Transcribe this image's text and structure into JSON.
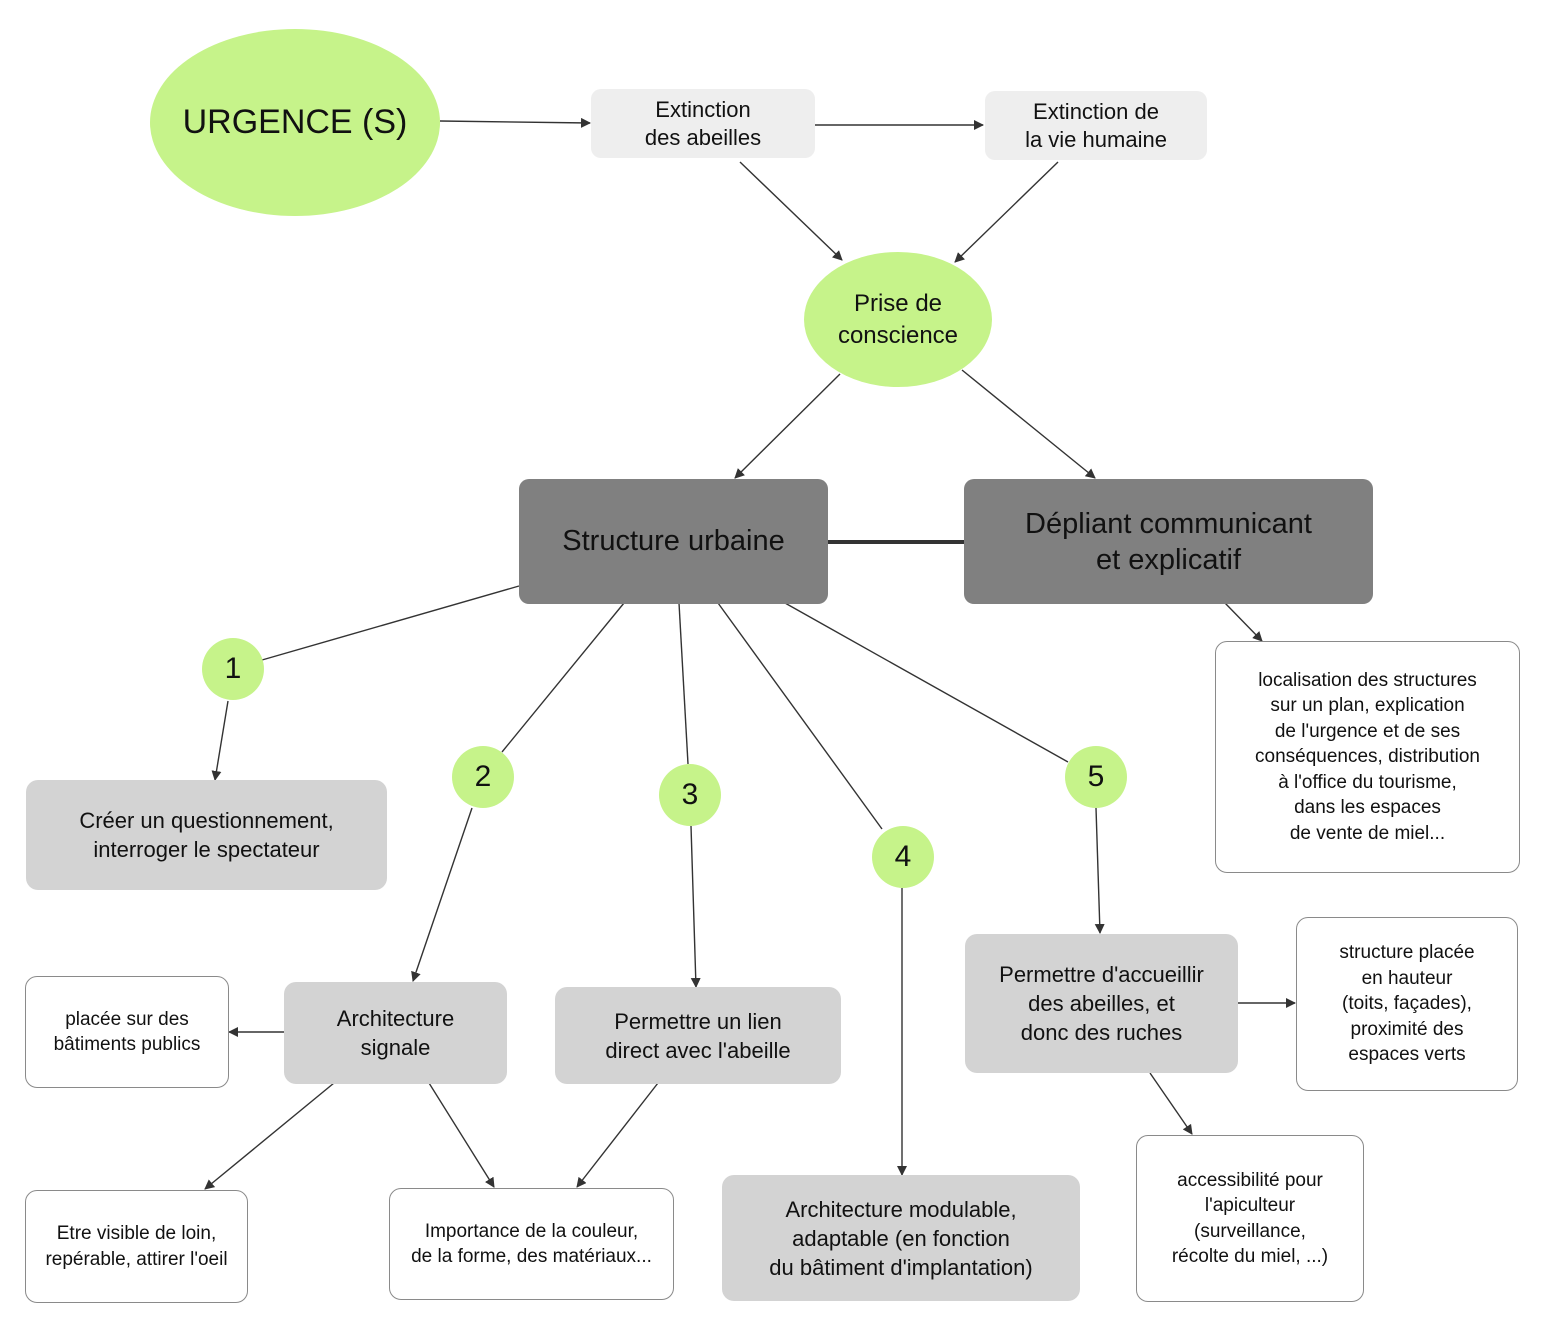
{
  "colors": {
    "accent_green": "#c6f38a",
    "dark_box": "#808080",
    "mid_box": "#d3d3d3",
    "light_box": "#eeeeee",
    "edge": "#333333"
  },
  "nodes": {
    "urgence": "URGENCE (S)",
    "extinction_abeilles": "Extinction\ndes abeilles",
    "extinction_vie": "Extinction de\nla vie humaine",
    "prise_conscience": "Prise de\nconscience",
    "structure_urbaine": "Structure urbaine",
    "depliant": "Dépliant communicant\net explicatif",
    "depliant_detail": "localisation des structures\nsur un plan, explication\nde l'urgence et de ses\nconséquences, distribution\nà l'office du tourisme,\ndans les espaces\nde vente de miel...",
    "n1": "1",
    "n2": "2",
    "n3": "3",
    "n4": "4",
    "n5": "5",
    "questionnement": "Créer un questionnement,\ninterroger le spectateur",
    "architecture_signale": "Architecture\nsignale",
    "batiments_publics": "placée sur des\nbâtiments publics",
    "visible_loin": "Etre visible de loin,\nrepérable, attirer l'oeil",
    "importance_couleur": "Importance de la couleur,\nde la forme, des matériaux...",
    "lien_abeille": "Permettre un lien\ndirect avec l'abeille",
    "architecture_modulable": "Architecture modulable,\nadaptable (en fonction\ndu bâtiment d'implantation)",
    "accueillir_abeilles": "Permettre d'accueillir\ndes abeilles, et\ndonc des ruches",
    "structure_hauteur": "structure placée\nen hauteur\n(toits, façades),\nproximité des\nespaces verts",
    "accessibilite": "accessibilité pour\nl'apiculteur\n(surveillance,\nrécolte du miel, ...)"
  }
}
